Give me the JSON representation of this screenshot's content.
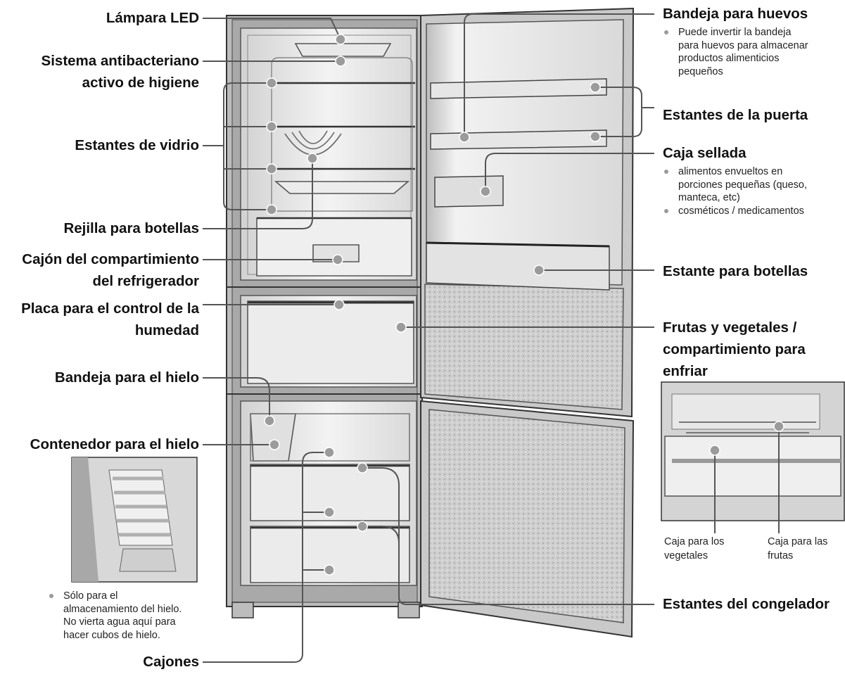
{
  "labels_left": {
    "led_lamp": [
      "Lámpara LED"
    ],
    "antibacterial": [
      "Sistema antibacteriano",
      "activo de higiene"
    ],
    "glass_shelves": [
      "Estantes de vidrio"
    ],
    "bottle_rack": [
      "Rejilla para botellas"
    ],
    "fridge_drawer": [
      "Cajón del compartimiento",
      "del refrigerador"
    ],
    "humidity_plate": [
      "Placa para el control de la",
      "humedad"
    ],
    "ice_tray": [
      "Bandeja para el hielo"
    ],
    "ice_container": [
      "Contenedor para el hielo"
    ],
    "drawers": [
      "Cajones"
    ]
  },
  "labels_right": {
    "egg_tray": [
      "Bandeja para huevos"
    ],
    "door_shelves": [
      "Estantes de la puerta"
    ],
    "sealed_box": [
      "Caja sellada"
    ],
    "bottle_shelf": [
      "Estante para botellas"
    ],
    "fruits_vegetables": [
      "Frutas y vegetales /",
      "compartimiento para",
      "enfriar"
    ],
    "freezer_shelves": [
      "Estantes del congelador"
    ]
  },
  "notes": {
    "egg_tray": [
      [
        "Puede invertir la bandeja",
        "para huevos para almacenar",
        "productos alimenticios",
        "pequeños"
      ]
    ],
    "sealed_box": [
      [
        "alimentos envueltos en",
        "porciones pequeñas (queso,",
        "manteca, etc)"
      ],
      [
        "cosméticos / medicamentos"
      ]
    ],
    "ice": [
      [
        "Sólo para el",
        "almacenamiento del hielo.",
        "No vierta agua aquí para",
        "hacer cubos de hielo."
      ]
    ]
  },
  "captions": {
    "vegetable_box": [
      "Caja para los",
      "vegetales"
    ],
    "fruit_box": [
      "Caja para las",
      "frutas"
    ]
  },
  "colors": {
    "line": "#555555",
    "dot": "#9b9b9b",
    "outline": "#333333",
    "fill": "#dcdcdc"
  }
}
